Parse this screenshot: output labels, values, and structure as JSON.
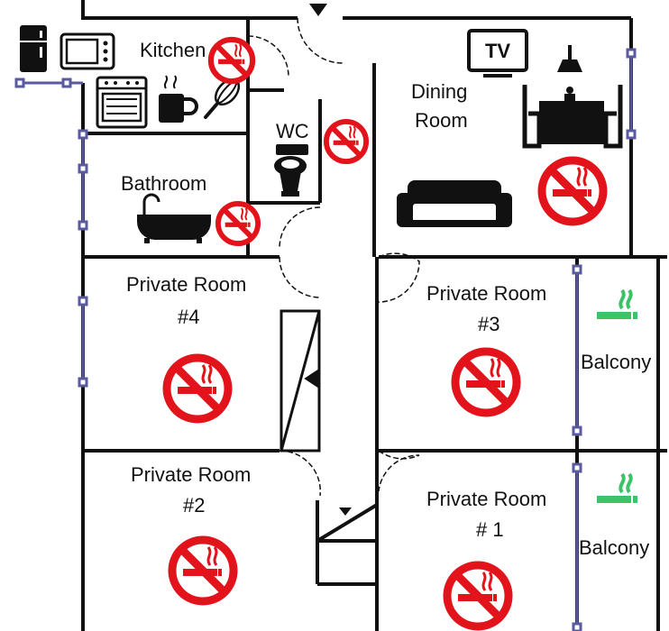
{
  "rooms": {
    "kitchen": "Kitchen",
    "wc": "WC",
    "dining_1": "Dining",
    "dining_2": "Room",
    "bathroom": "Bathroom",
    "private4_1": "Private Room",
    "private4_2": "#4",
    "private3_1": "Private Room",
    "private3_2": "#3",
    "private2_1": "Private Room",
    "private2_2": "#2",
    "private1_1": "Private Room",
    "private1_2": "# 1",
    "balcony_top": "Balcony",
    "balcony_bottom": "Balcony"
  },
  "tv_label": "TV",
  "icons": {
    "no_smoking": "no-smoking-icon",
    "smoking_allowed": "smoking-allowed-icon",
    "fridge": "fridge-icon",
    "microwave": "microwave-icon",
    "stove": "stove-icon",
    "mug": "coffee-mug-icon",
    "whisk": "whisk-icon",
    "toilet": "toilet-icon",
    "bathtub": "bathtub-icon",
    "tv": "tv-icon",
    "dining_set": "dining-table-icon",
    "sofa": "sofa-icon",
    "lamp": "pendant-lamp-icon"
  },
  "colors": {
    "wall": "#111111",
    "no_smoking": "#e3131b",
    "smoking_allowed": "#3cc368",
    "window": "#5a5aa0"
  }
}
